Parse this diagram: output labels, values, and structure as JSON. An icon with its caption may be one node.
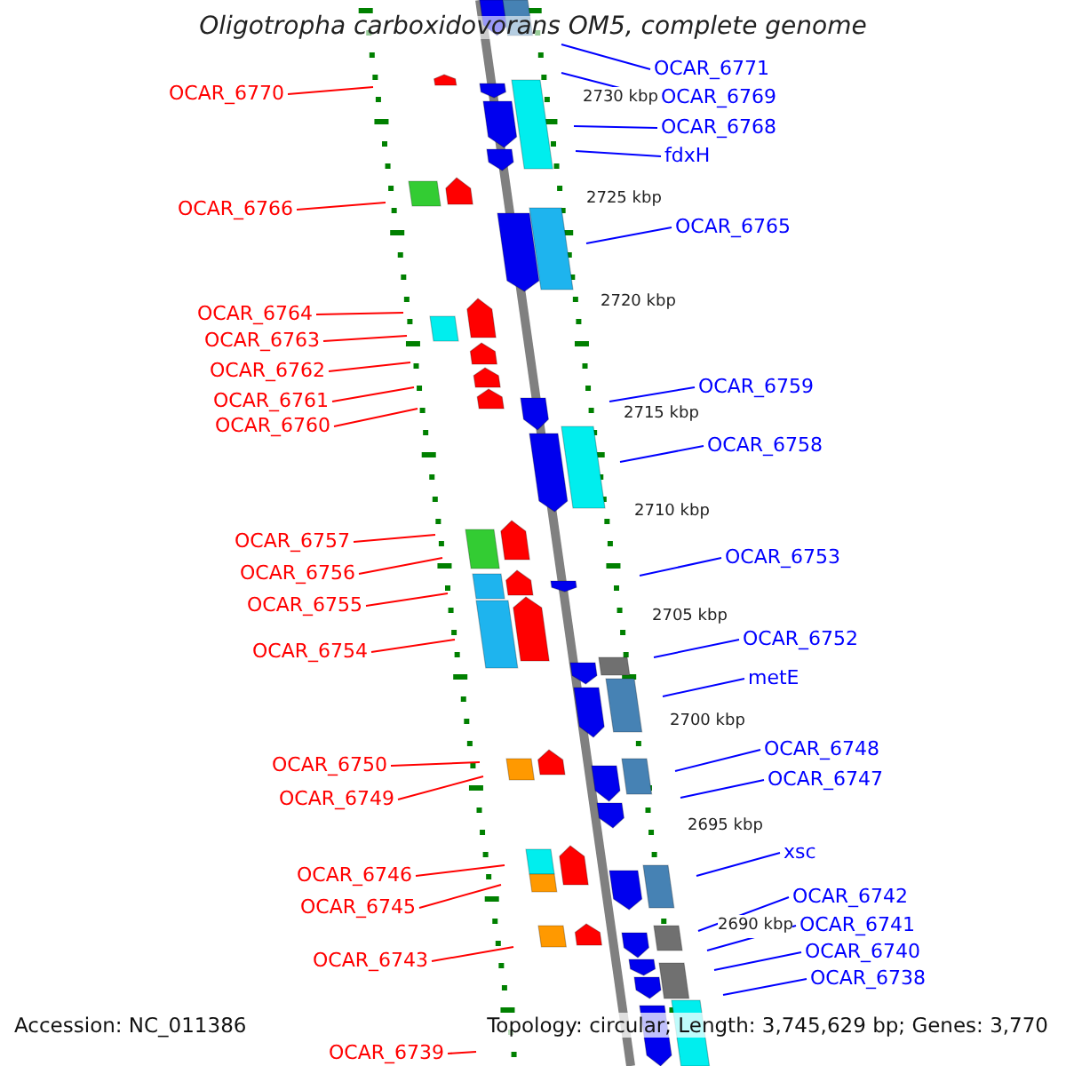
{
  "diagram": {
    "title": "Oligotropha carboxidovorans OM5, complete genome",
    "nodes": [
      {
        "text": [
          "OCAR_6770"
        ]
      },
      {
        "text": [
          "OCAR_6766"
        ]
      },
      {
        "text": [
          "OCAR_6764"
        ]
      },
      {
        "text": [
          "OCAR_6763"
        ]
      },
      {
        "text": [
          "OCAR_6762"
        ]
      },
      {
        "text": [
          "OCAR_6761"
        ]
      },
      {
        "text": [
          "OCAR_6760"
        ]
      },
      {
        "text": [
          "OCAR_6757"
        ]
      },
      {
        "text": [
          "OCAR_6756"
        ]
      },
      {
        "text": [
          "OCAR_6755"
        ]
      },
      {
        "text": [
          "OCAR_6754"
        ]
      },
      {
        "text": [
          "OCAR_6750"
        ]
      },
      {
        "text": [
          "OCAR_6749"
        ]
      },
      {
        "text": [
          "OCAR_6746"
        ]
      },
      {
        "text": [
          "OCAR_6745"
        ]
      },
      {
        "text": [
          "OCAR_6743"
        ]
      },
      {
        "text": [
          "OCAR_6739"
        ]
      },
      {
        "text": [
          "OCAR_6771"
        ]
      },
      {
        "text": [
          "OCAR_6769"
        ]
      },
      {
        "text": [
          "OCAR_6768"
        ]
      },
      {
        "text": [
          "fdxH"
        ]
      },
      {
        "text": [
          "OCAR_6765"
        ]
      },
      {
        "text": [
          "OCAR_6759"
        ]
      },
      {
        "text": [
          "OCAR_6758"
        ]
      },
      {
        "text": [
          "OCAR_6753"
        ]
      },
      {
        "text": [
          "OCAR_6752"
        ]
      },
      {
        "text": [
          "metE"
        ]
      },
      {
        "text": [
          "OCAR_6748"
        ]
      },
      {
        "text": [
          "OCAR_6747"
        ]
      },
      {
        "text": [
          "xsc"
        ]
      },
      {
        "text": [
          "OCAR_6742"
        ]
      },
      {
        "text": [
          "OCAR_6741"
        ]
      },
      {
        "text": [
          "OCAR_6740"
        ]
      },
      {
        "text": [
          "OCAR_6738"
        ]
      }
    ],
    "edges": [
      {
        "from": 0,
        "to": null,
        "arrow": "none",
        "color": "#ff0000"
      },
      {
        "from": 1,
        "to": null,
        "arrow": "none",
        "color": "#ff0000"
      },
      {
        "from": 2,
        "to": null,
        "arrow": "none",
        "color": "#ff0000"
      },
      {
        "from": 3,
        "to": null,
        "arrow": "none",
        "color": "#ff0000"
      },
      {
        "from": 4,
        "to": null,
        "arrow": "none",
        "color": "#ff0000"
      },
      {
        "from": 5,
        "to": null,
        "arrow": "none",
        "color": "#ff0000"
      },
      {
        "from": 6,
        "to": null,
        "arrow": "none",
        "color": "#ff0000"
      },
      {
        "from": 7,
        "to": null,
        "arrow": "none",
        "color": "#ff0000"
      },
      {
        "from": 8,
        "to": null,
        "arrow": "none",
        "color": "#ff0000"
      },
      {
        "from": 9,
        "to": null,
        "arrow": "none",
        "color": "#ff0000"
      },
      {
        "from": 10,
        "to": null,
        "arrow": "none",
        "color": "#ff0000"
      },
      {
        "from": 11,
        "to": null,
        "arrow": "none",
        "color": "#ff0000"
      },
      {
        "from": 12,
        "to": null,
        "arrow": "none",
        "color": "#ff0000"
      },
      {
        "from": 13,
        "to": null,
        "arrow": "none",
        "color": "#ff0000"
      },
      {
        "from": 14,
        "to": null,
        "arrow": "none",
        "color": "#ff0000"
      },
      {
        "from": 15,
        "to": null,
        "arrow": "none",
        "color": "#ff0000"
      },
      {
        "from": 16,
        "to": null,
        "arrow": "none",
        "color": "#ff0000"
      },
      {
        "from": 17,
        "to": null,
        "arrow": "none",
        "color": "#0000ff"
      },
      {
        "from": 18,
        "to": null,
        "arrow": "none",
        "color": "#0000ff"
      },
      {
        "from": 19,
        "to": null,
        "arrow": "none",
        "color": "#0000ff"
      },
      {
        "from": 20,
        "to": null,
        "arrow": "none",
        "color": "#0000ff"
      },
      {
        "from": 21,
        "to": null,
        "arrow": "none",
        "color": "#0000ff"
      },
      {
        "from": 22,
        "to": null,
        "arrow": "none",
        "color": "#0000ff"
      },
      {
        "from": 23,
        "to": null,
        "arrow": "none",
        "color": "#0000ff"
      },
      {
        "from": 24,
        "to": null,
        "arrow": "none",
        "color": "#0000ff"
      },
      {
        "from": 25,
        "to": null,
        "arrow": "none",
        "color": "#0000ff"
      },
      {
        "from": 26,
        "to": null,
        "arrow": "none",
        "color": "#0000ff"
      },
      {
        "from": 27,
        "to": null,
        "arrow": "none",
        "color": "#0000ff"
      },
      {
        "from": 28,
        "to": null,
        "arrow": "none",
        "color": "#0000ff"
      },
      {
        "from": 29,
        "to": null,
        "arrow": "none",
        "color": "#0000ff"
      },
      {
        "from": 30,
        "to": null,
        "arrow": "none",
        "color": "#0000ff"
      },
      {
        "from": 31,
        "to": null,
        "arrow": "none",
        "color": "#0000ff"
      },
      {
        "from": 32,
        "to": null,
        "arrow": "none",
        "color": "#0000ff"
      },
      {
        "from": 33,
        "to": null,
        "arrow": "none",
        "color": "#0000ff"
      }
    ],
    "labels": [
      "2730 kbp",
      "2725 kbp",
      "2720 kbp",
      "2715 kbp",
      "2710 kbp",
      "2705 kbp",
      "2700 kbp",
      "2695 kbp",
      "2690 kbp",
      "Accession: NC_011386",
      "Topology: circular; Length: 3,745,629 bp; Genes: 3,770"
    ]
  }
}
